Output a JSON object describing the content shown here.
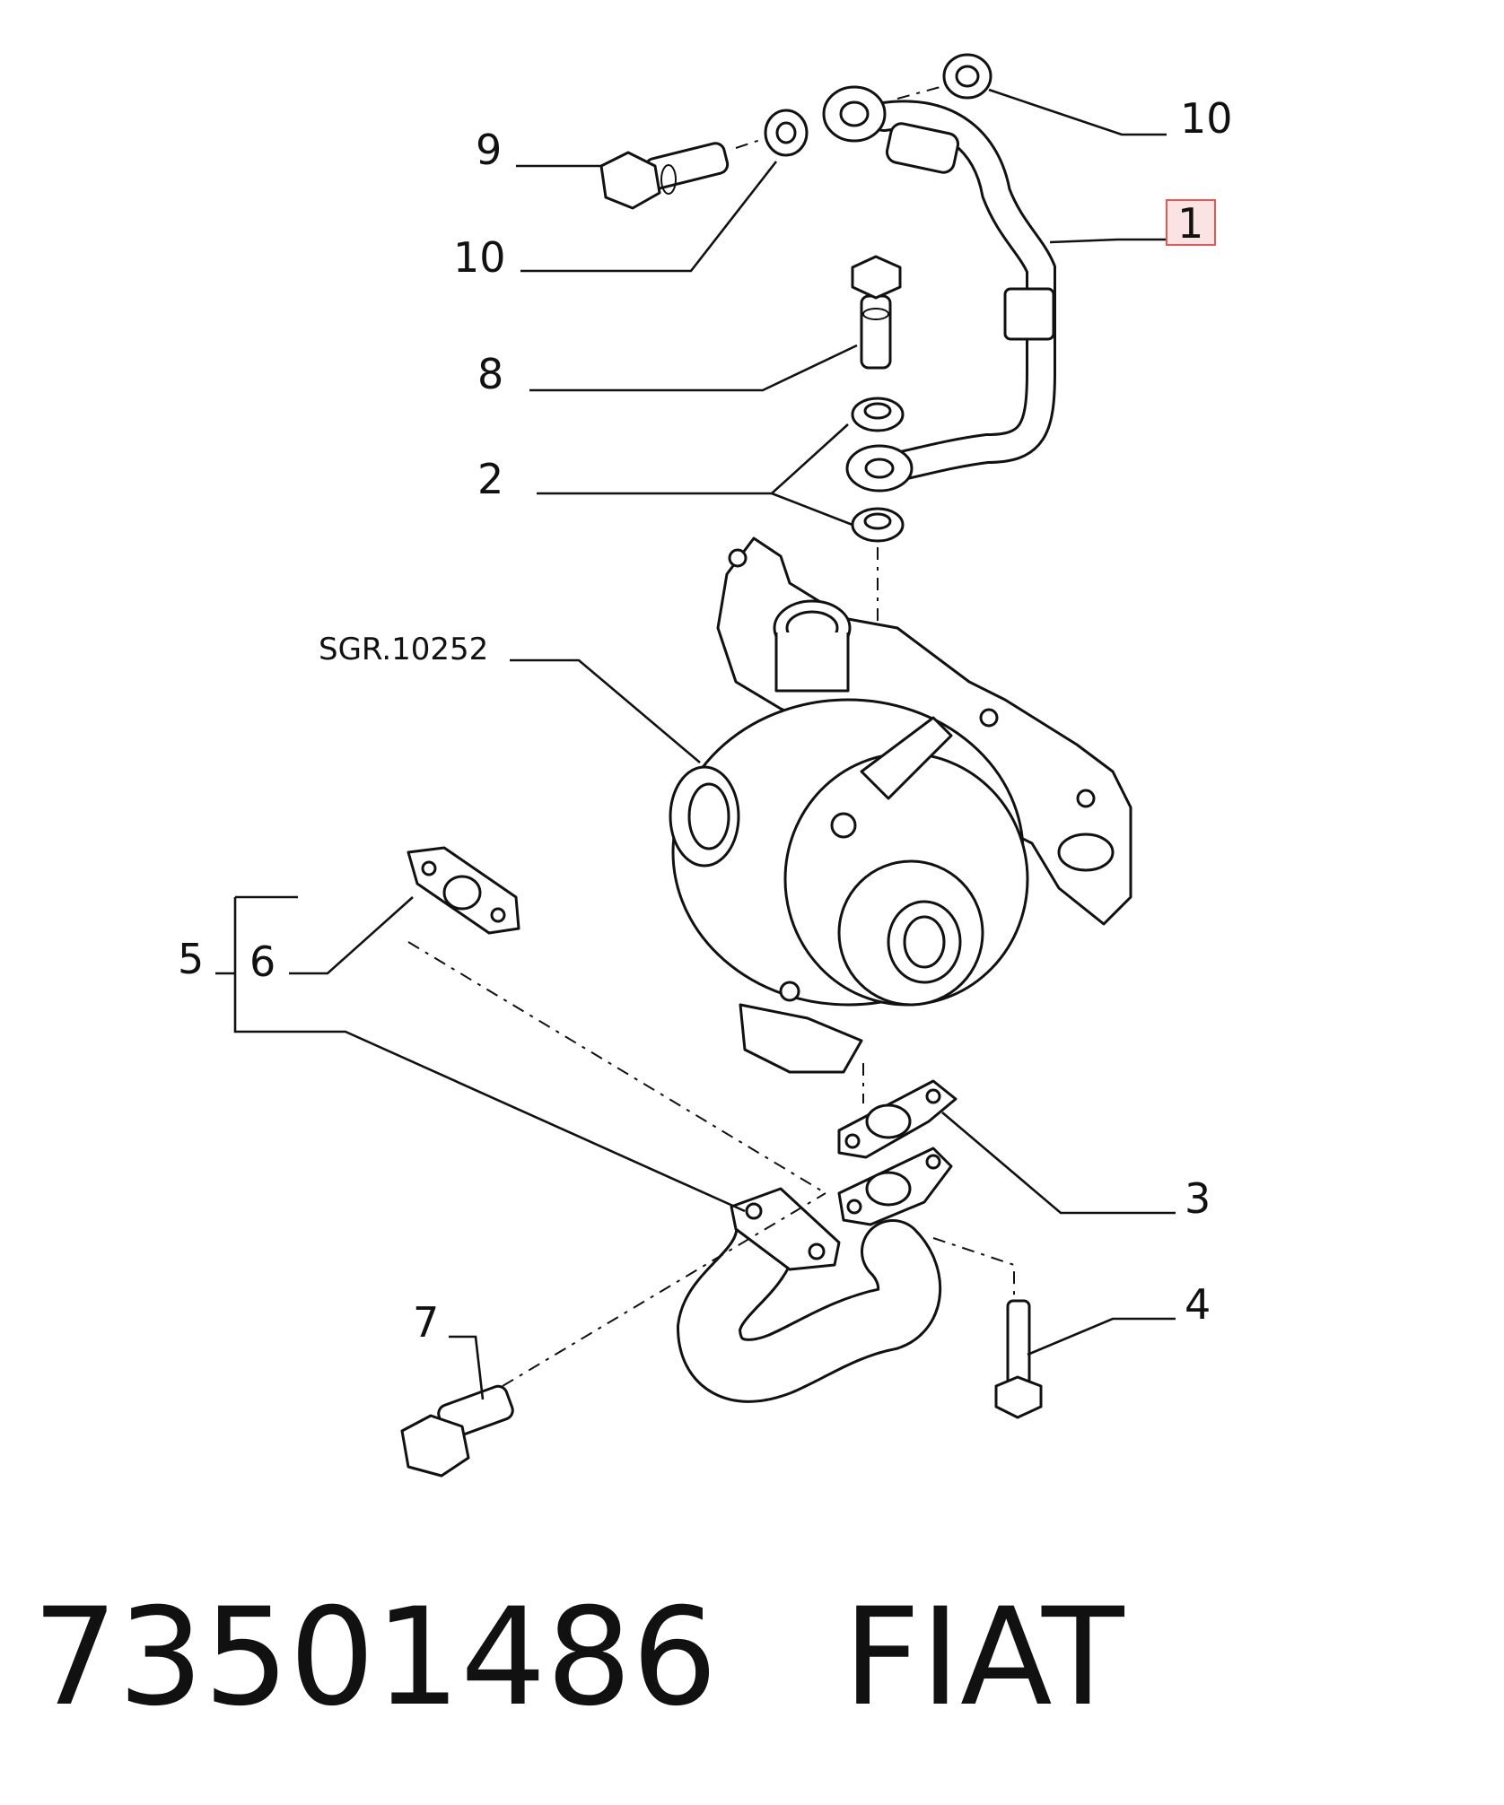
{
  "callouts": {
    "c1": "1",
    "c2": "2",
    "c3": "3",
    "c4": "4",
    "c5": "5",
    "c6": "6",
    "c7": "7",
    "c8": "8",
    "c9": "9",
    "c10_top": "10",
    "c10_left": "10",
    "subgroup": "SGR.10252"
  },
  "highlighted_callout": "1",
  "highlight_color": "#e05a5a",
  "caption": {
    "part_number": "73501486",
    "brand": "FIAT"
  }
}
